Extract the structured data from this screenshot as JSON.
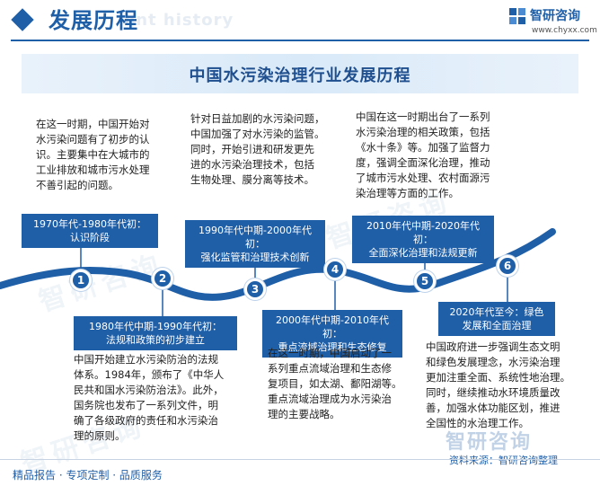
{
  "header": {
    "title": "发展历程",
    "ghost_text": "ent history",
    "brand": "智研咨询",
    "site": "www.chyxx.com"
  },
  "banner": {
    "title": "中国水污染治理行业发展历程"
  },
  "stages": [
    {
      "num": "1",
      "label_line1": "1970年代-1980年代初：",
      "label_line2": "认识阶段",
      "desc": [
        "在这一时期，中国开始对",
        "水污染问题有了初步的认",
        "识。主要集中在大城市的",
        "工业排放和城市污水处理",
        "不善引起的问题。"
      ]
    },
    {
      "num": "2",
      "label_line1": "1980年代中期-1990年代初：",
      "label_line2": "法规和政策的初步建立",
      "desc": [
        "中国开始建立水污染防治的法规",
        "体系。1984年，颁布了《中华人",
        "民共和国水污染防治法》。此外，",
        "国务院也发布了一系列文件，明",
        "确了各级政府的责任和水污染治",
        "理的原则。"
      ]
    },
    {
      "num": "3",
      "label_line1": "1990年代中期-2000年代初：",
      "label_line2": "强化监管和治理技术创新",
      "desc": [
        "针对日益加剧的水污染问题，",
        "中国加强了对水污染的监管。",
        "同时，开始引进和研发更先",
        "进的水污染治理技术，包括",
        "生物处理、膜分离等技术。"
      ]
    },
    {
      "num": "4",
      "label_line1": "2000年代中期-2010年代初：",
      "label_line2": "重点流域治理和生态修复",
      "desc": [
        "在这一时期，中国启动了一",
        "系列重点流域治理和生态修",
        "复项目，如太湖、鄱阳湖等。",
        "重点流域治理成为水污染治",
        "理的主要战略。"
      ]
    },
    {
      "num": "5",
      "label_line1": "2010年代中期-2020年代初：",
      "label_line2": "全面深化治理和法规更新",
      "desc": [
        "中国在这一时期出台了一系列",
        "水污染治理的相关政策，包括",
        "《水十条》等。加强了监督力",
        "度，强调全面深化治理，推动",
        "了城市污水处理、农村面源污",
        "染治理等方面的工作。"
      ]
    },
    {
      "num": "6",
      "label_line1": "2020年代至今：绿色",
      "label_line2": "发展和全面治理",
      "desc": [
        "中国政府进一步强调生态文明",
        "和绿色发展理念，水污染治理",
        "更加注重全面、系统性地治理。",
        "同时，继续推动水环境质量改",
        "善，加强水体功能区划，推进",
        "全国性的水治理工作。"
      ]
    }
  ],
  "footer": {
    "left": "精品报告 · 专项定制 · 品质服务",
    "source": "资料来源：智研咨询整理",
    "watermark": "智研咨询"
  },
  "colors": {
    "primary": "#1f5fa8",
    "banner_bg": "#e1eefa"
  }
}
